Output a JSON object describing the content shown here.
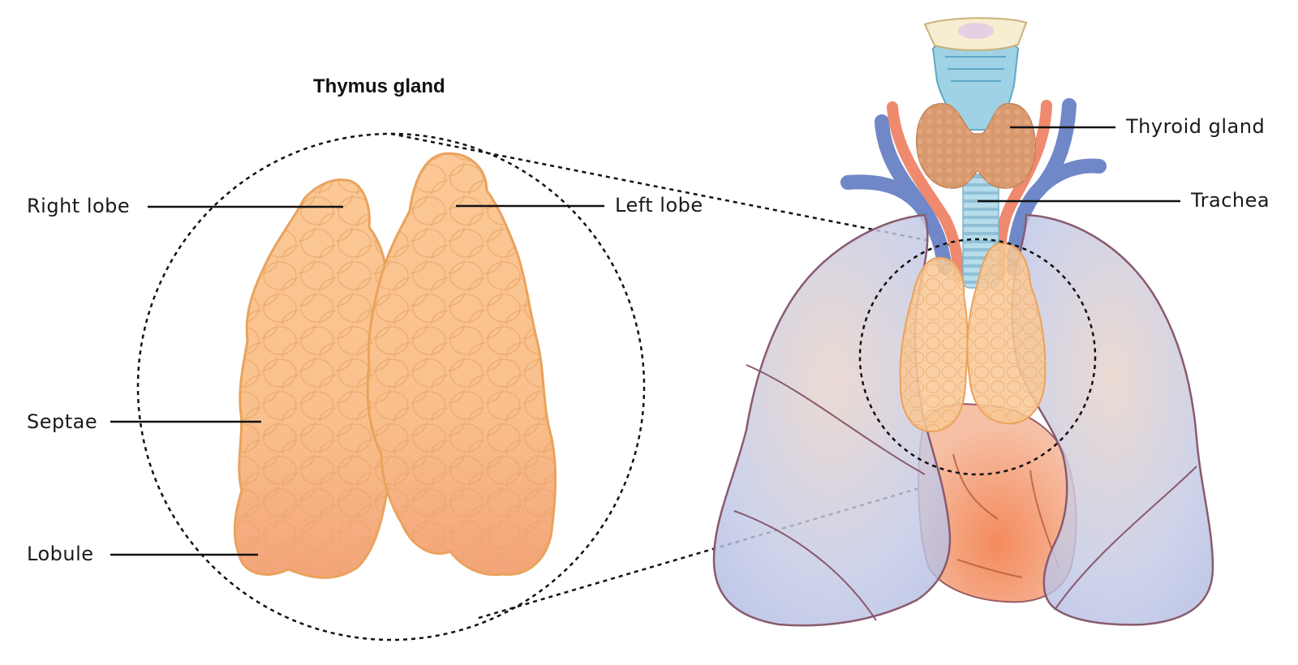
{
  "title": "Thymus gland",
  "labels": {
    "right_lobe": "Right lobe",
    "left_lobe": "Left lobe",
    "septae": "Septae",
    "lobule": "Lobule",
    "thyroid_gland": "Thyroid gland",
    "trachea": "Trachea"
  },
  "colors": {
    "thymus_fill": "#f9c58e",
    "thymus_stroke": "#e8a25a",
    "lung_fill": "#b9c3e3",
    "lung_stroke": "#8a5a6e",
    "artery": "#ef8a6e",
    "vein": "#6f86c6",
    "thyroid": "#d7956a",
    "trachea": "#a9d4e4",
    "heart": "#f19a6e"
  }
}
